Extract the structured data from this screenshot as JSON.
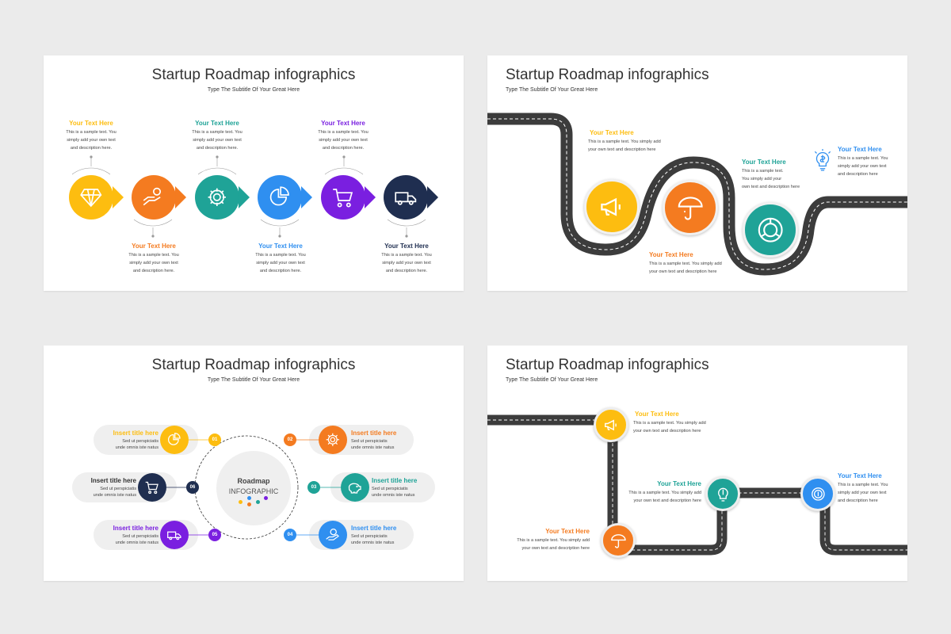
{
  "colors": {
    "yellow": "#fdbd10",
    "orange": "#f47b20",
    "teal": "#1fa397",
    "blue": "#2f8ff0",
    "purple": "#7a1fe0",
    "navy": "#1f2e50",
    "road": "#3c3c3c",
    "pill": "#efefef"
  },
  "slide1": {
    "title": "Startup Roadmap infographics",
    "subtitle": "Type The Subtitle Of Your Great Here",
    "steps": [
      {
        "heading": "Your Text Here",
        "line1": "This is a sample text. You",
        "line2": "simply add your own text",
        "line3": "and description here.",
        "icon": "diamond-icon",
        "color": "#fdbd10"
      },
      {
        "heading": "Your Text Here",
        "line1": "This is a sample text. You",
        "line2": "simply add your own text",
        "line3": "and description here.",
        "icon": "hand-money-icon",
        "color": "#f47b20"
      },
      {
        "heading": "Your Text Here",
        "line1": "This is a sample text. You",
        "line2": "simply add your own text",
        "line3": "and description here.",
        "icon": "gear-icon",
        "color": "#1fa397"
      },
      {
        "heading": "Your Text Here",
        "line1": "This is a sample text. You",
        "line2": "simply add your own text",
        "line3": "and description here.",
        "icon": "pie-chart-icon",
        "color": "#2f8ff0"
      },
      {
        "heading": "Your Text Here",
        "line1": "This is a sample text. You",
        "line2": "simply add your own text",
        "line3": "and description here.",
        "icon": "cart-icon",
        "color": "#7a1fe0"
      },
      {
        "heading": "Your Text Here",
        "line1": "This is a sample text. You",
        "line2": "simply add your own text",
        "line3": "and description here.",
        "icon": "delivery-truck-icon",
        "color": "#1f2e50"
      }
    ]
  },
  "slide2": {
    "title": "Startup Roadmap infographics",
    "subtitle": "Type The Subtitle Of Your Great Here",
    "items": [
      {
        "heading": "Your Text Here",
        "line1": "This is a sample text. You simply add",
        "line2": "your own text and description here",
        "color": "#fdbd10",
        "icon": "megaphone-icon"
      },
      {
        "heading": "Your Text Here",
        "line1": "This is a sample text. You simply add",
        "line2": "your own text and description here",
        "color": "#f47b20",
        "icon": "umbrella-dollar-icon"
      },
      {
        "heading": "Your Text Here",
        "line1": "This is a sample text.",
        "line2": "You simply add your",
        "line3": "own text and description here",
        "color": "#1fa397",
        "icon": "dollar-chart-icon"
      },
      {
        "heading": "Your Text Here",
        "line1": "This is a sample text. You",
        "line2": "simply add your own text",
        "line3": "and description here",
        "color": "#2f8ff0",
        "icon": "lightbulb-dollar-icon"
      }
    ]
  },
  "slide3": {
    "title": "Startup Roadmap infographics",
    "subtitle": "Type The Subtitle Of Your Great Here",
    "center_title": "Roadmap",
    "center_subtitle": "INFOGRAPHIC",
    "items": [
      {
        "num": "01",
        "title": "Insert title here",
        "line1": "Sed ut perspiciatis",
        "line2": "unde omnis iste natus",
        "color": "#fdbd10",
        "icon": "pie-chart-icon"
      },
      {
        "num": "02",
        "title": "Insert title here",
        "line1": "Sed ut perspiciatis",
        "line2": "unde omnis iste natus",
        "color": "#f47b20",
        "icon": "gear-icon"
      },
      {
        "num": "03",
        "title": "Insert title here",
        "line1": "Sed ut perspiciatis",
        "line2": "unde omnis iste natus",
        "color": "#1fa397",
        "icon": "piggy-bank-icon"
      },
      {
        "num": "04",
        "title": "Insert title here",
        "line1": "Sed ut perspiciatis",
        "line2": "unde omnis iste natus",
        "color": "#2f8ff0",
        "icon": "hand-dollar-icon"
      },
      {
        "num": "05",
        "title": "Insert title here",
        "line1": "Sed ut perspiciatis",
        "line2": "unde omnis iste natus",
        "color": "#7a1fe0",
        "icon": "delivery-truck-icon"
      },
      {
        "num": "06",
        "title": "Insert title here",
        "line1": "Sed ut perspiciatis",
        "line2": "unde omnis iste natus",
        "color": "#1f2e50",
        "icon": "cart-icon"
      }
    ]
  },
  "slide4": {
    "title": "Startup Roadmap infographics",
    "subtitle": "Type The Subtitle Of Your Great Here",
    "items": [
      {
        "heading": "Your Text Here",
        "line1": "This is a sample text. You simply add",
        "line2": "your own text and description here",
        "color": "#fdbd10",
        "icon": "megaphone-icon"
      },
      {
        "heading": "Your Text Here",
        "line1": "This is a sample text. You simply add",
        "line2": "your own text and description here",
        "color": "#1fa397",
        "icon": "lightbulb-dollar-icon"
      },
      {
        "heading": "Your Text Here",
        "line1": "This is a sample text. You",
        "line2": "simply add your own text",
        "line3": "and description here",
        "color": "#2f8ff0",
        "icon": "dollar-coin-icon"
      },
      {
        "heading": "Your Text Here",
        "line1": "This is a sample text. You simply add",
        "line2": "your own text and description here",
        "color": "#f47b20",
        "icon": "umbrella-dollar-icon"
      }
    ]
  }
}
